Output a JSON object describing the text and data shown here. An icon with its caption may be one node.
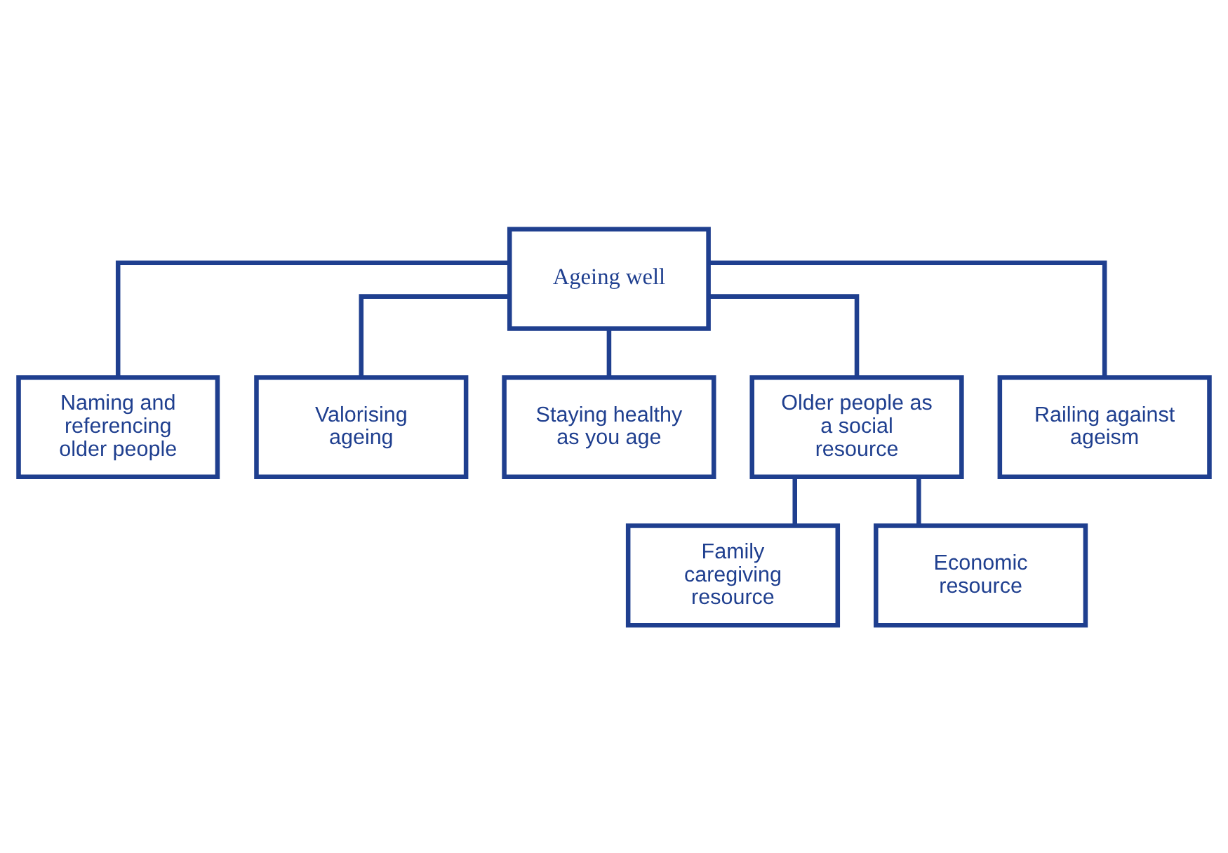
{
  "diagram": {
    "nodes": [
      {
        "text": [
          "Ageing well"
        ]
      },
      {
        "text": [
          "Naming and referencing older people"
        ]
      },
      {
        "text": [
          "Valorising ageing"
        ]
      },
      {
        "text": [
          "Staying healthy as you age"
        ]
      },
      {
        "text": [
          "Older people as a social resource"
        ]
      },
      {
        "text": [
          "Railing against ageism"
        ]
      },
      {
        "text": [
          "Family caregiving resource"
        ]
      },
      {
        "text": [
          "Economic resource"
        ]
      }
    ],
    "edges": [
      {
        "from": 0,
        "to": 1,
        "arrow": "none"
      },
      {
        "from": 0,
        "to": 2,
        "arrow": "none"
      },
      {
        "from": 0,
        "to": 3,
        "arrow": "none"
      },
      {
        "from": 0,
        "to": 4,
        "arrow": "none"
      },
      {
        "from": 0,
        "to": 5,
        "arrow": "none"
      },
      {
        "from": 4,
        "to": 6,
        "arrow": "none"
      },
      {
        "from": 4,
        "to": 7,
        "arrow": "none"
      }
    ]
  }
}
